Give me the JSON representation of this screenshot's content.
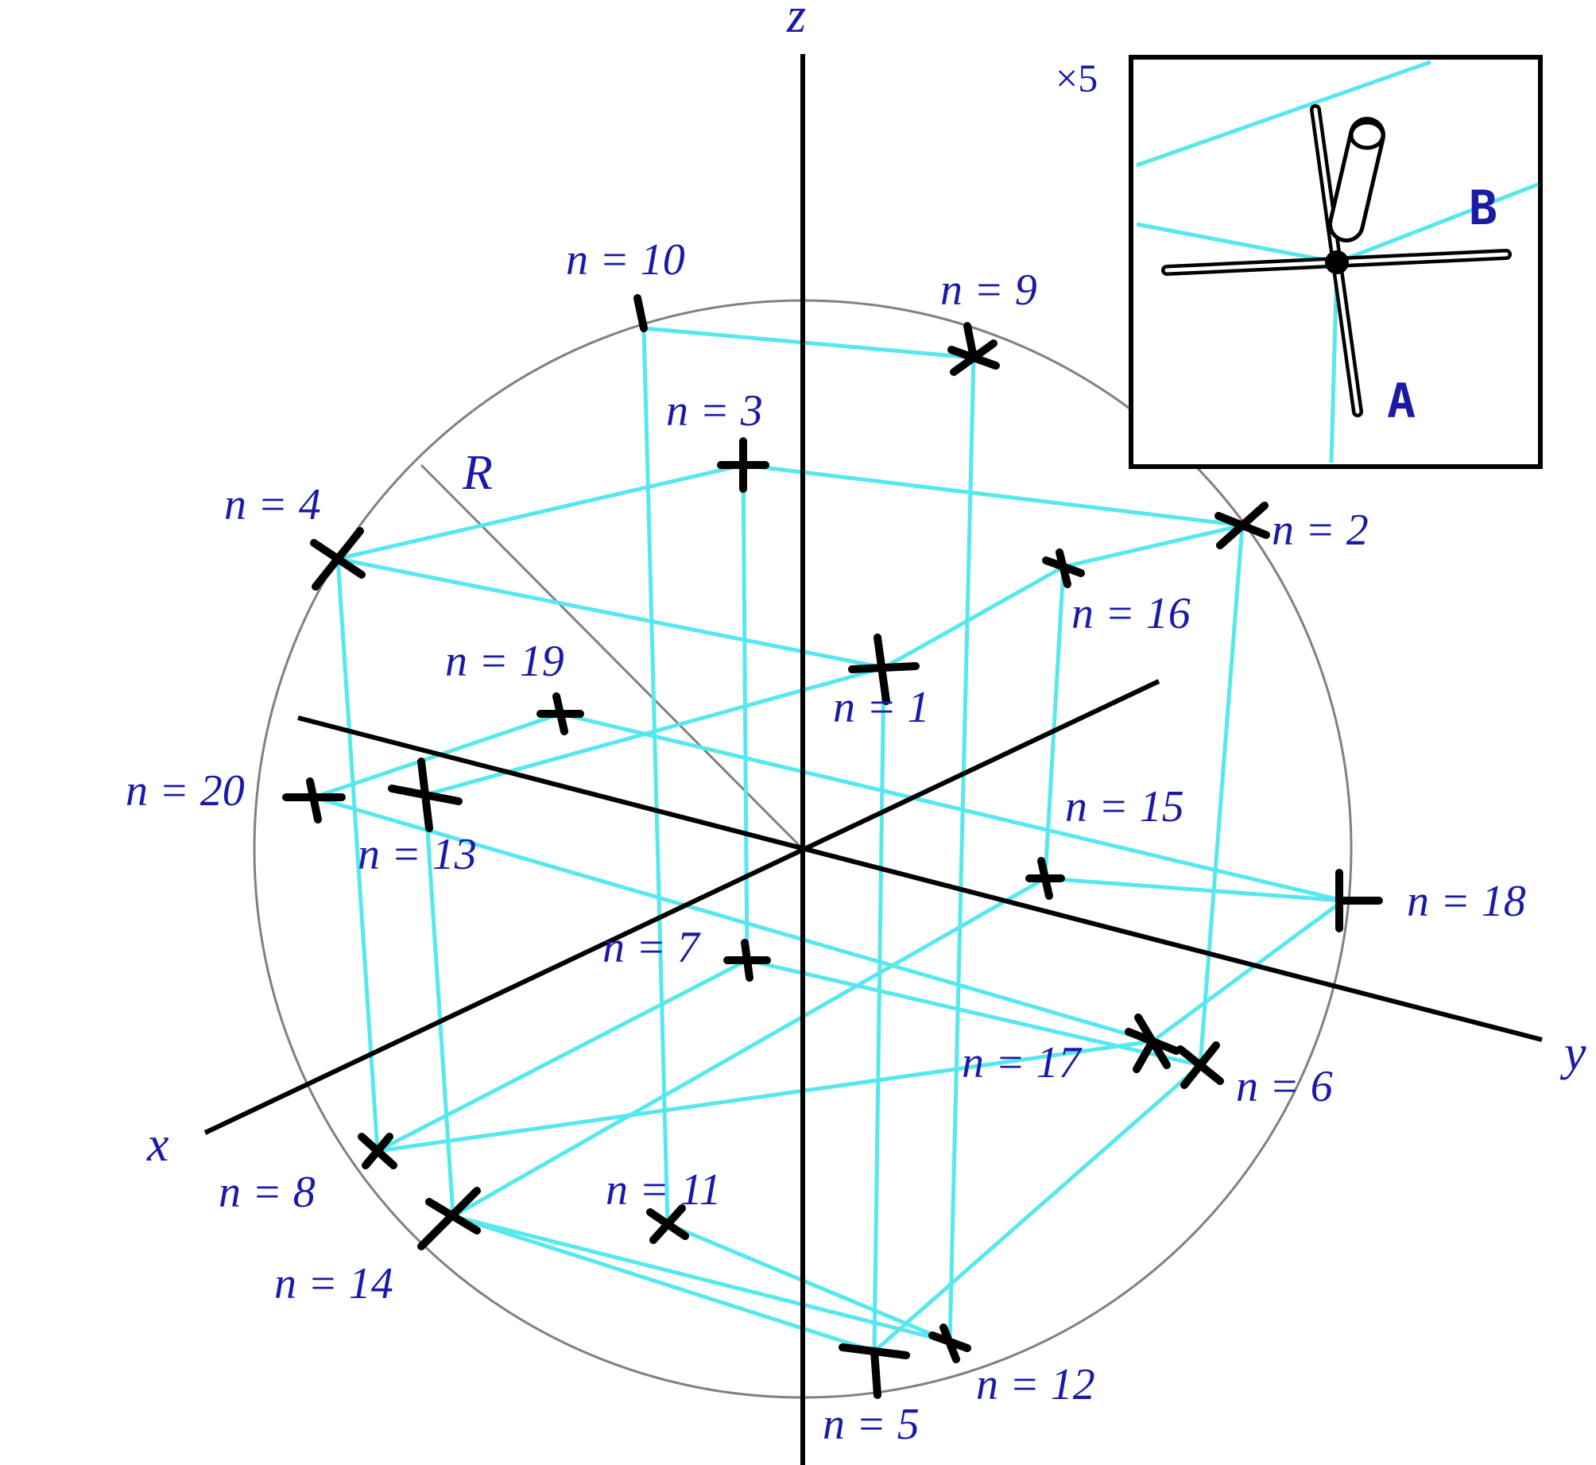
{
  "axes": {
    "x": "x",
    "y": "y",
    "z": "z"
  },
  "radius_label": "R",
  "vertices": [
    {
      "id": "n1",
      "text": "n = 1"
    },
    {
      "id": "n2",
      "text": "n = 2"
    },
    {
      "id": "n3",
      "text": "n = 3"
    },
    {
      "id": "n4",
      "text": "n = 4"
    },
    {
      "id": "n5",
      "text": "n = 5"
    },
    {
      "id": "n6",
      "text": "n = 6"
    },
    {
      "id": "n7",
      "text": "n = 7"
    },
    {
      "id": "n8",
      "text": "n = 8"
    },
    {
      "id": "n9",
      "text": "n = 9"
    },
    {
      "id": "n10",
      "text": "n = 10"
    },
    {
      "id": "n11",
      "text": "n = 11"
    },
    {
      "id": "n12",
      "text": "n = 12"
    },
    {
      "id": "n13",
      "text": "n = 13"
    },
    {
      "id": "n14",
      "text": "n = 14"
    },
    {
      "id": "n15",
      "text": "n = 15"
    },
    {
      "id": "n16",
      "text": "n = 16"
    },
    {
      "id": "n17",
      "text": "n = 17"
    },
    {
      "id": "n18",
      "text": "n = 18"
    },
    {
      "id": "n19",
      "text": "n = 19"
    },
    {
      "id": "n20",
      "text": "n = 20"
    }
  ],
  "inset": {
    "magnification": "×5",
    "label_a": "A",
    "label_b": "B"
  },
  "colors": {
    "edge": "#55e8ee",
    "axis": "#000000",
    "sphere": "#808080",
    "label": "#1a1aa6"
  }
}
